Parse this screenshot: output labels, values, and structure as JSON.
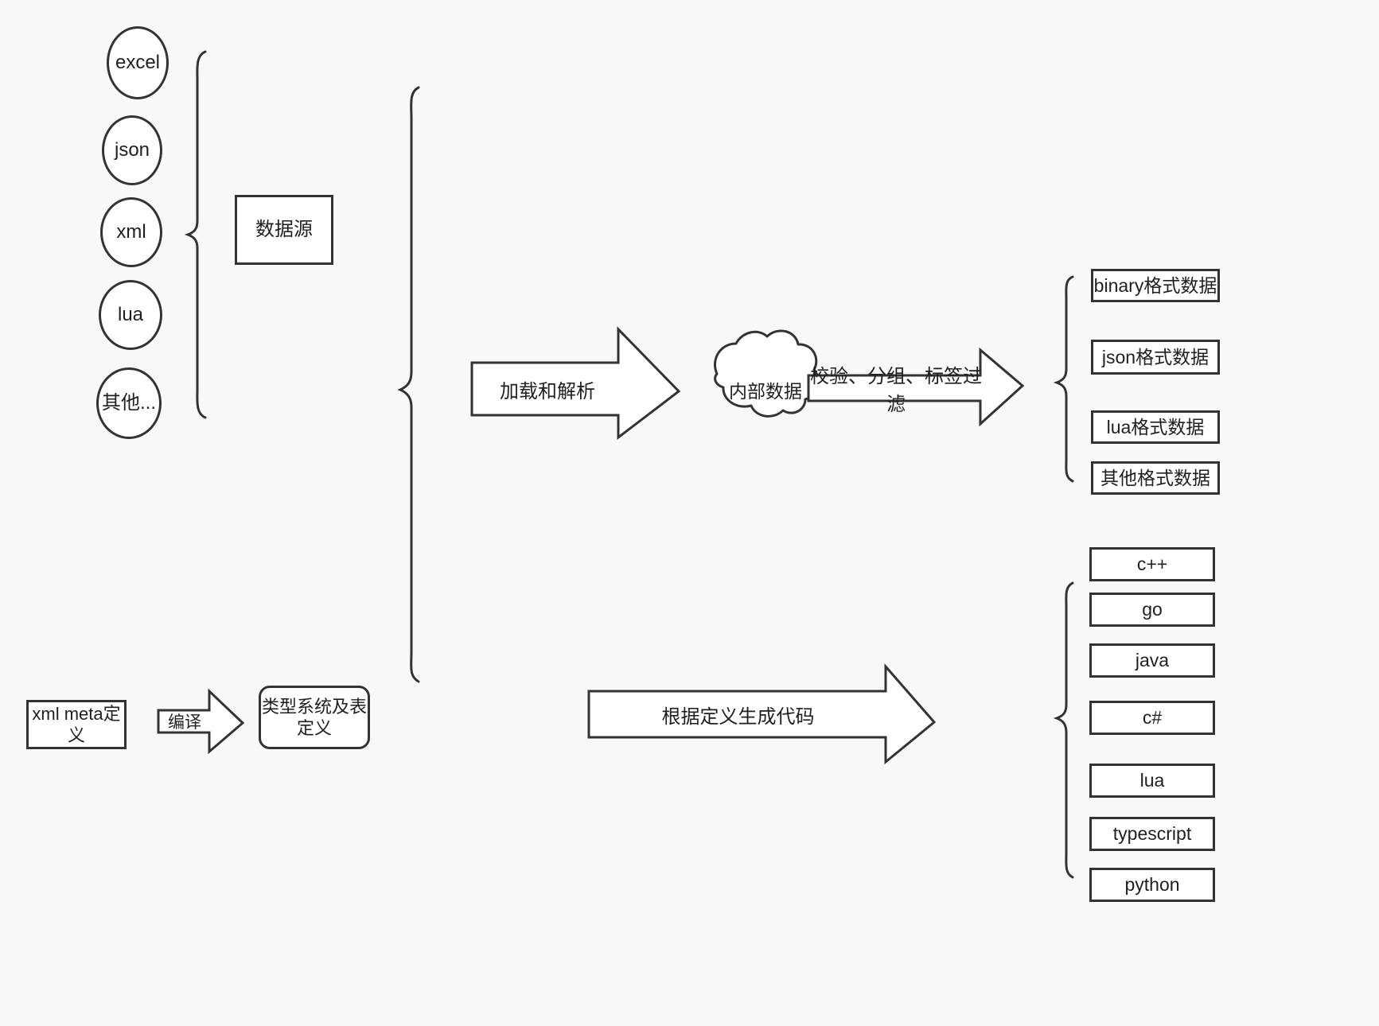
{
  "diagram": {
    "title": "data pipeline and codegen flow",
    "background_color": "#f8f8f8",
    "stroke_color": "#333333",
    "fill_color": "#ffffff",
    "text_color": "#1f1f1f"
  },
  "sources": {
    "items": [
      {
        "label": "excel"
      },
      {
        "label": "json"
      },
      {
        "label": "xml"
      },
      {
        "label": "lua"
      },
      {
        "label": "其他..."
      }
    ],
    "group_label": "数据源"
  },
  "meta": {
    "input_label": "xml meta定义",
    "compile_label": "编译",
    "output_label": "类型系统及表定义"
  },
  "pipeline": {
    "load_parse_label": "加载和解析",
    "internal_data_label": "内部数据",
    "filter_label": "校验、分组、标签过滤",
    "codegen_label": "根据定义生成代码"
  },
  "outputs": {
    "data_formats": [
      {
        "label": "binary格式数据"
      },
      {
        "label": "json格式数据"
      },
      {
        "label": "lua格式数据"
      },
      {
        "label": "其他格式数据"
      }
    ],
    "languages": [
      {
        "label": "c++"
      },
      {
        "label": "go"
      },
      {
        "label": "java"
      },
      {
        "label": "c#"
      },
      {
        "label": "lua"
      },
      {
        "label": "typescript"
      },
      {
        "label": "python"
      }
    ]
  }
}
